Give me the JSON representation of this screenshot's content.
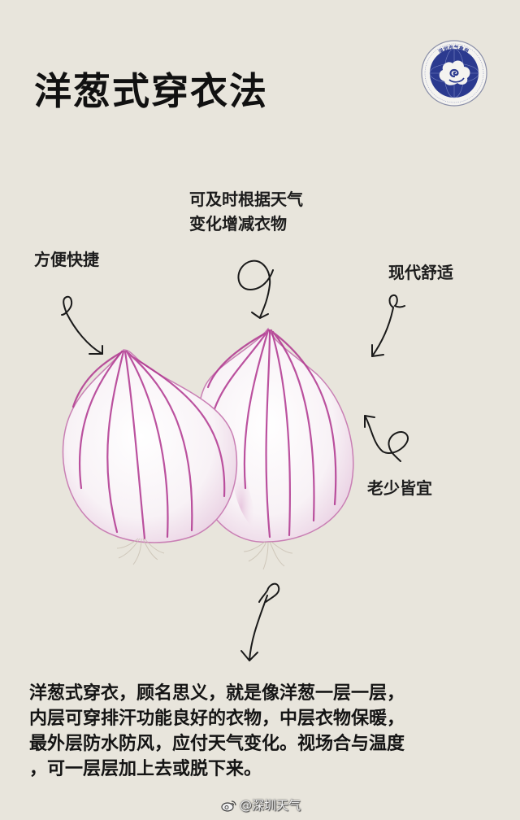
{
  "page": {
    "title": "洋葱式穿衣法",
    "background_color": "#e8e5dc"
  },
  "logo": {
    "name": "深圳市气象局",
    "english": "Meteorological Bureau of Shenzhen Municipality",
    "color": "#2b3a8f"
  },
  "callouts": {
    "top": {
      "line1": "可及时根据天气",
      "line2": "变化增减衣物"
    },
    "left": "方便快捷",
    "right_top": "现代舒适",
    "right_bottom": "老少皆宜"
  },
  "illustration": {
    "subject": "two red onions",
    "stripe_color": "#b0358f",
    "body_color": "#f7f1f4"
  },
  "description": {
    "lines": [
      "洋葱式穿衣，顾名思义，就是像洋葱一层一层，",
      "内层可穿排汗功能良好的衣物，中层衣物保暖，",
      "最外层防水防风，应付天气变化。视场合与温度",
      "，可一层层加上去或脱下来。"
    ]
  },
  "watermark": {
    "icon": "weibo-icon",
    "text": "@深圳天气"
  }
}
